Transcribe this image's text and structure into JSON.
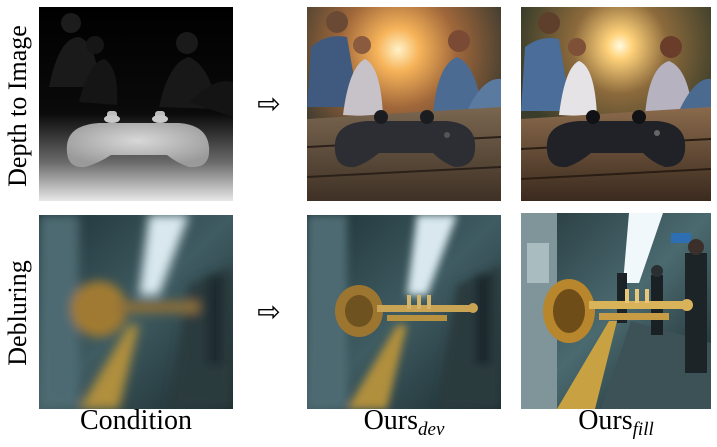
{
  "rows": [
    {
      "label": "Depth to Image"
    },
    {
      "label": "Debluring"
    }
  ],
  "arrow_symbol": "⇨",
  "columns": [
    {
      "label": "Condition",
      "sub": ""
    },
    {
      "label": "Ours",
      "sub": "dev"
    },
    {
      "label": "Ours",
      "sub": "fill"
    }
  ],
  "images": [
    {
      "name": "depth-map-condition"
    },
    {
      "name": "depth-result-ours-dev"
    },
    {
      "name": "depth-result-ours-fill"
    },
    {
      "name": "blurry-trumpet-condition"
    },
    {
      "name": "deblur-result-ours-dev"
    },
    {
      "name": "deblur-result-ours-fill"
    }
  ]
}
